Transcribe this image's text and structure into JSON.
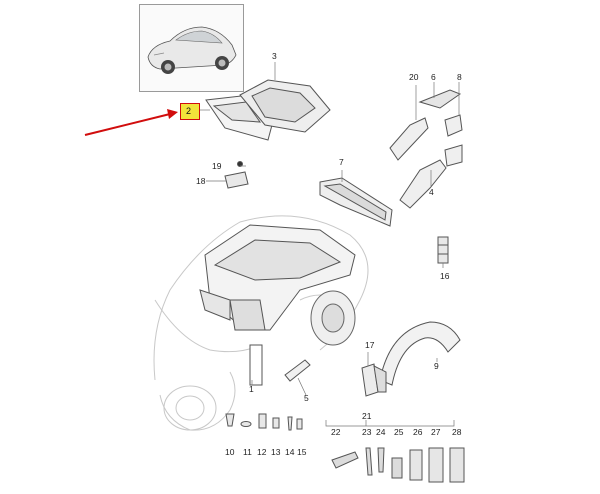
{
  "part_numbers": {
    "p1": "1",
    "p2": "2",
    "p3": "3",
    "p4": "4",
    "p5": "5",
    "p6": "6",
    "p7": "7",
    "p8": "8",
    "p9": "9",
    "p10": "10",
    "p11": "11",
    "p12": "12",
    "p13": "13",
    "p14": "14",
    "p15": "15",
    "p16": "16",
    "p17": "17",
    "p18": "18",
    "p19": "19",
    "p20": "20",
    "p21": "21",
    "p22": "22",
    "p23": "23",
    "p24": "24",
    "p25": "25",
    "p26": "26",
    "p27": "27",
    "p28": "28"
  },
  "highlighted_part": "2",
  "colors": {
    "highlight_fill": "#f2e43a",
    "highlight_border": "#d10d0d",
    "arrow": "#d10d0d",
    "line_art": "#555555",
    "ghost_body": "#c8c8c8"
  }
}
